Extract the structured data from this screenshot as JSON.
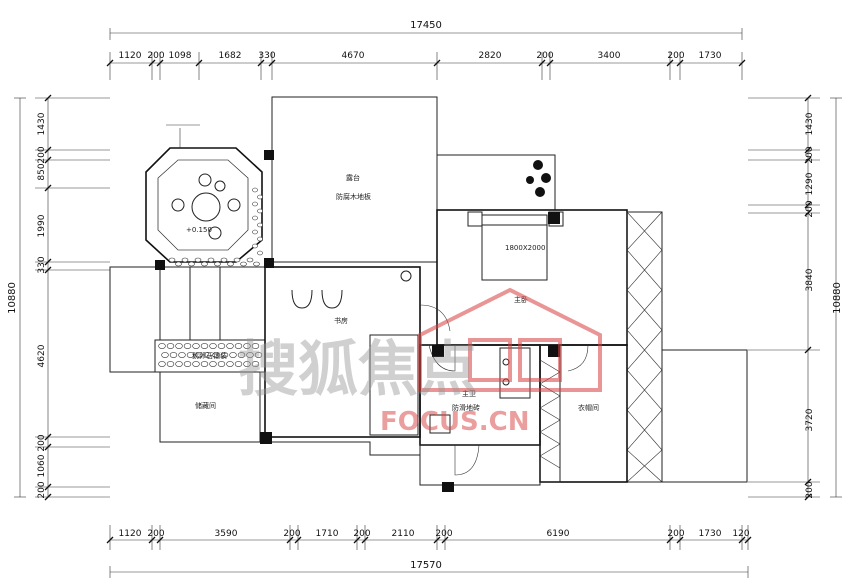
{
  "dimensions": {
    "top_total": "17450",
    "top_segments": [
      "1120",
      "200",
      "1098",
      "1682",
      "330",
      "4670",
      "2820",
      "200",
      "3400",
      "200",
      "1730"
    ],
    "bottom_total": "17570",
    "bottom_segments": [
      "1120",
      "200",
      "3590",
      "200",
      "1710",
      "200",
      "2110",
      "200",
      "6190",
      "200",
      "1730",
      "120"
    ],
    "left_total": "10880",
    "left_segments": [
      "1430",
      "200",
      "850",
      "1990",
      "330",
      "4620",
      "200",
      "1060",
      "200"
    ],
    "right_total": "10880",
    "right_segments": [
      "1430",
      "200",
      "1290",
      "200",
      "3840",
      "3720",
      "200"
    ]
  },
  "labels": {
    "elevation": "+0.150",
    "size_label": "1800X2000",
    "balcony_top": "露台",
    "balcony_top_sub": "防腐木地板",
    "deck_label": "防腐木地板",
    "study": "书房",
    "master_bedroom": "主卧",
    "bathroom": "主卫",
    "bathroom_sub": "防滑地砖",
    "dressing": "衣帽间",
    "storage": "储藏间",
    "garden_sub": "鹅卵石铺装"
  },
  "watermark": {
    "cn": "搜狐焦点",
    "latin": "FOCUS.CN",
    "color": "#d94040"
  }
}
